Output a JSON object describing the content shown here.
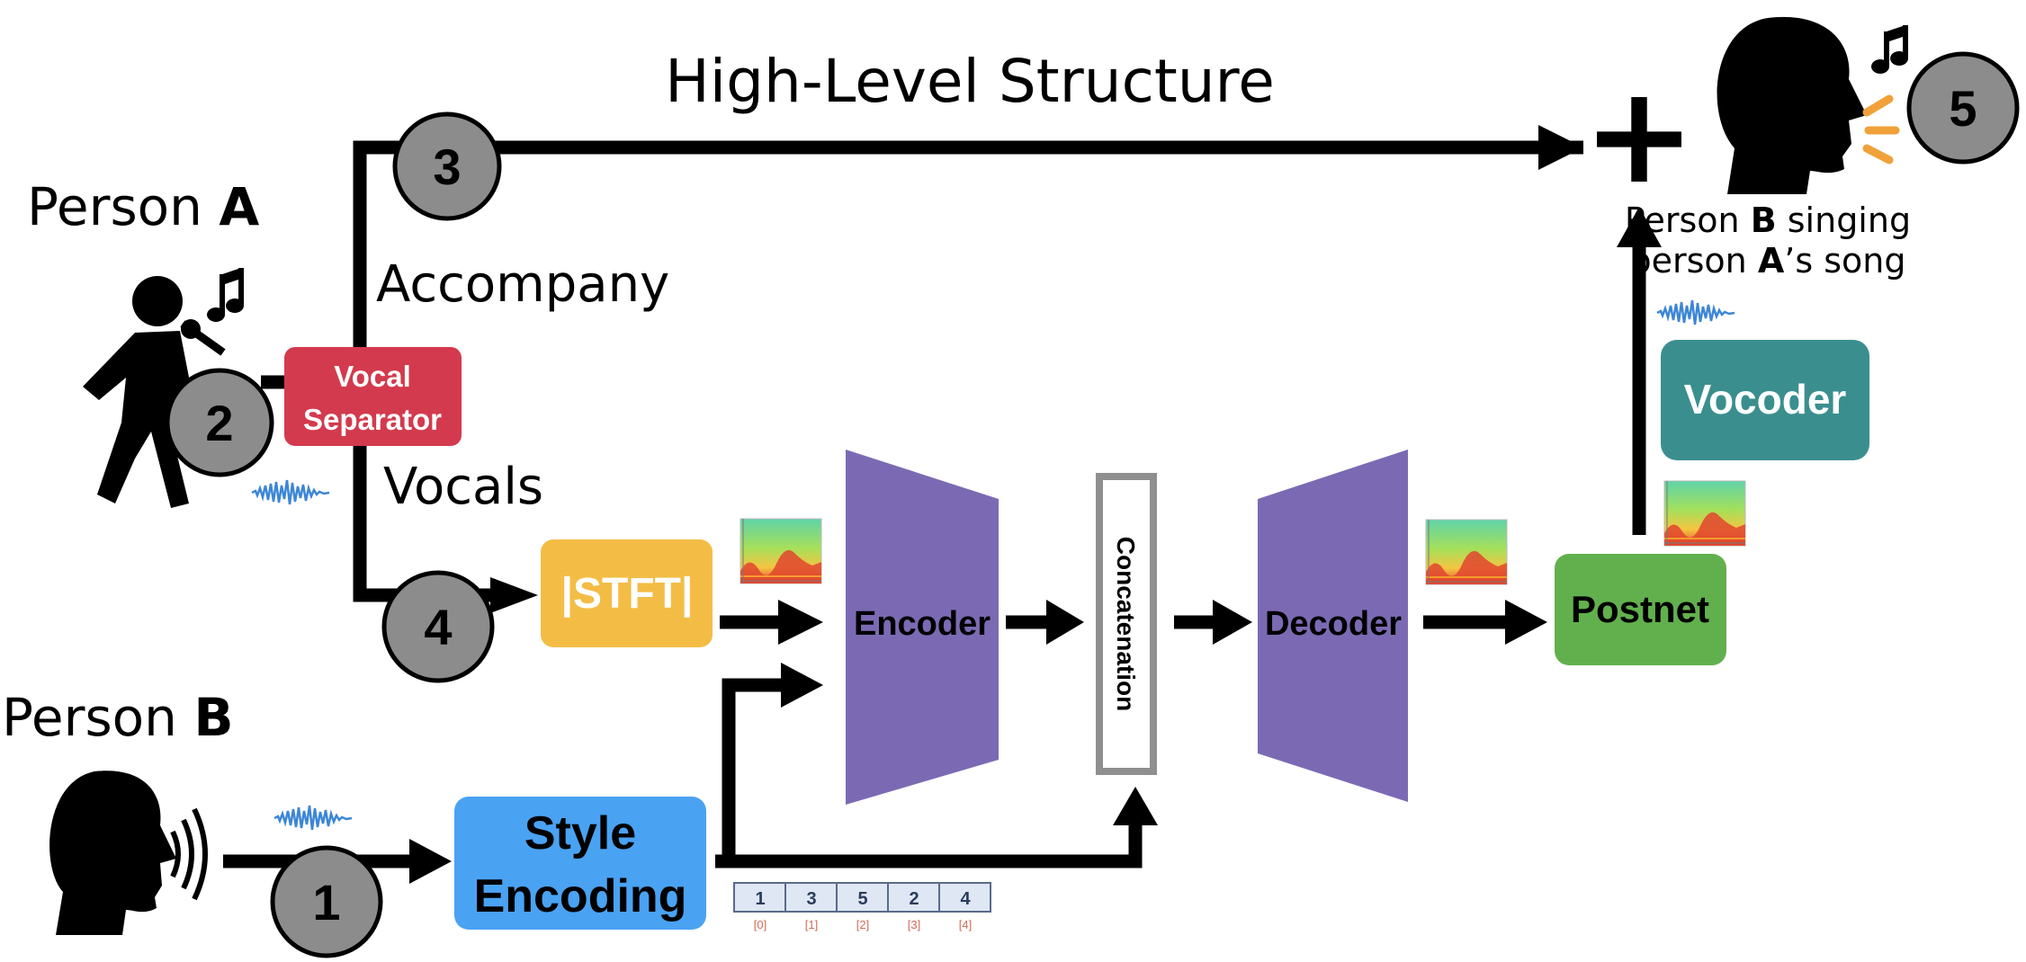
{
  "title": "High-Level Structure",
  "person_a": {
    "prefix": "Person ",
    "letter": "A"
  },
  "person_b": {
    "prefix": "Person ",
    "letter": "B"
  },
  "branch_labels": {
    "accompany": "Accompany",
    "vocals": "Vocals"
  },
  "steps": [
    "1",
    "2",
    "3",
    "4",
    "5"
  ],
  "blocks": {
    "vocal_separator": [
      "Vocal",
      "Separator"
    ],
    "stft": "|STFT|",
    "encoder": "Encoder",
    "concatenation": "Concatenation",
    "decoder": "Decoder",
    "postnet": "Postnet",
    "vocoder": "Vocoder",
    "style_encoding": [
      "Style",
      "Encoding"
    ]
  },
  "result_caption": {
    "line1_prefix": "Person ",
    "line1_letter": "B",
    "line1_suffix": " singing",
    "line2_prefix": "person ",
    "line2_letter": "A",
    "line2_suffix": "’s song"
  },
  "style_sequence": {
    "values": [
      "1",
      "3",
      "5",
      "2",
      "4"
    ],
    "indices": [
      "[0]",
      "[1]",
      "[2]",
      "[3]",
      "[4]"
    ]
  },
  "plus_sign": "+",
  "colors": {
    "vocal_separator": "#d33a4d",
    "stft": "#f3bd45",
    "encoder_decoder": "#7b6ab3",
    "postnet": "#62b04d",
    "vocoder": "#3a8f8e",
    "style_encoding": "#4aa2f2",
    "step_circle": "#8c8c8c",
    "waveform": "#3d86d6"
  },
  "icons": [
    "singer-icon",
    "music-note-icon",
    "speaking-head-icon",
    "singing-head-icon",
    "sound-waves-icon",
    "waveform-icon",
    "spectrogram-icon"
  ]
}
